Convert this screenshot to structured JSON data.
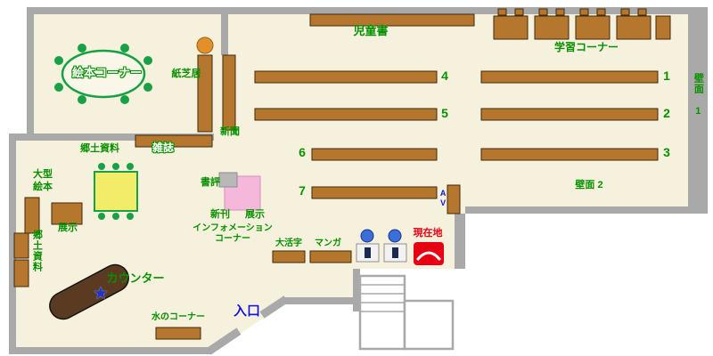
{
  "colors": {
    "floor": "#f6f1dc",
    "wall": "#a9a9a9",
    "shelf": "#b5772e",
    "counter": "#5a3a20",
    "green": "#089000",
    "blue": "#1414d2",
    "red": "#e60012",
    "pink": "#f5b8da",
    "yellow": "#f2ec68",
    "orange": "#e2912a",
    "chair_green": "#18a046",
    "stool_blue": "#3b6ed6"
  },
  "labels": {
    "children_books": "児童書",
    "study_corner": "学習コーナー",
    "wall_face_1": "壁面 1",
    "wall_face_2": "壁面 2",
    "picture_book_corner": "絵本コーナー",
    "kamishibai": "紙芝居",
    "newspaper": "新聞",
    "local_materials": "郷土資料",
    "magazines": "雑誌",
    "book_review": "書評",
    "new_books": "新刊",
    "display": "展示",
    "information_line1": "インフォメーション",
    "information_line2": "コーナー",
    "large_books_line1": "大型",
    "large_books_line2": "絵本",
    "counter": "カウンター",
    "water_corner": "水のコーナー",
    "entrance": "入口",
    "large_print": "大活字",
    "manga": "マンガ",
    "current_location": "現在地",
    "av": "AV"
  },
  "shelf_numbers": {
    "s1": "1",
    "s2": "2",
    "s3": "3",
    "s4": "4",
    "s5": "5",
    "s6": "6",
    "s7": "7"
  },
  "icons": {
    "star": "★"
  }
}
